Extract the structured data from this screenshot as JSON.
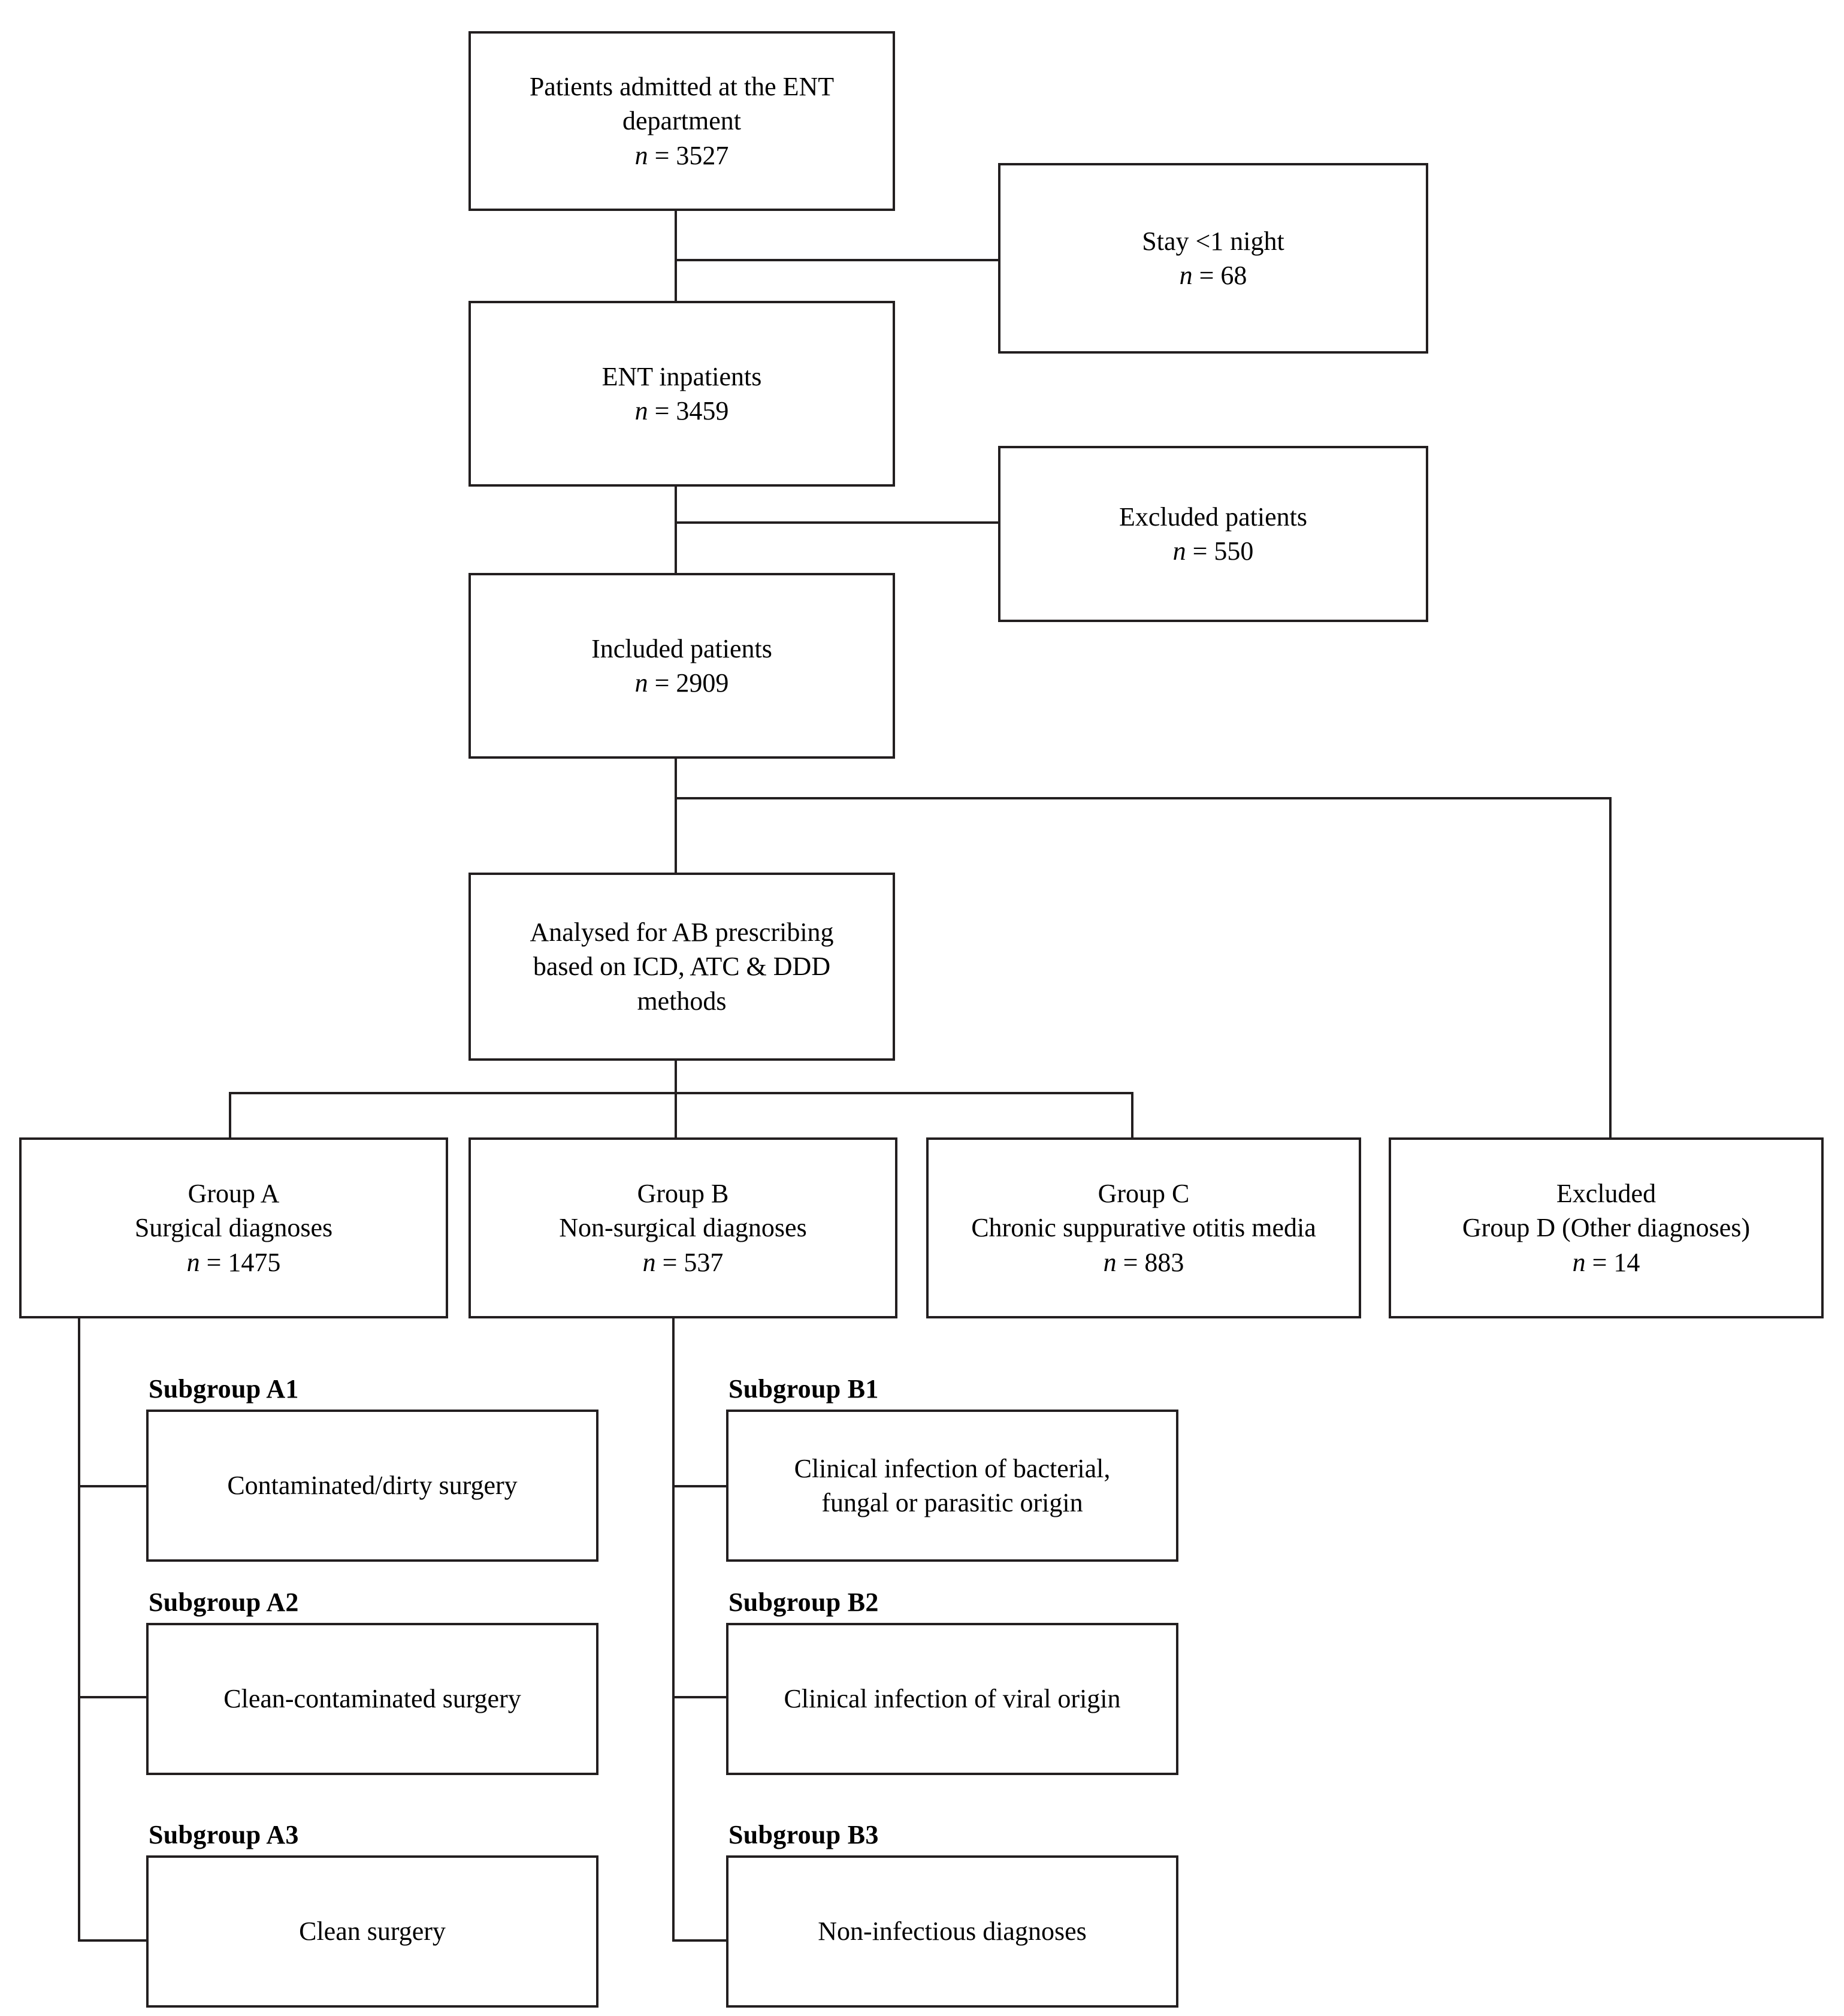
{
  "diagram": {
    "type": "flowchart",
    "title": "Patient inclusion flow diagram for antibiotic prescribing analysis in an ENT department",
    "boxes": {
      "admitted": {
        "line1": "Patients admitted at the  ENT",
        "line2": "department",
        "n_label": "n",
        "n_eq": " = ",
        "n_value": "3527"
      },
      "stay": {
        "line1": "Stay <1 night",
        "n_label": "n",
        "n_eq": " = ",
        "n_value": "68"
      },
      "inpatients": {
        "line1": "ENT inpatients",
        "n_label": "n",
        "n_eq": " = ",
        "n_value": "3459"
      },
      "excluded": {
        "line1": "Excluded patients",
        "n_label": "n",
        "n_eq": " = ",
        "n_value": "550"
      },
      "included": {
        "line1": "Included patients",
        "n_label": "n",
        "n_eq": " = ",
        "n_value": "2909"
      },
      "analysed": {
        "line1": "Analysed for AB prescribing",
        "line2": "based on ICD, ATC & DDD",
        "line3": "methods"
      },
      "groupA": {
        "line1": "Group A",
        "line2": "Surgical  diagnoses",
        "n_label": "n",
        "n_eq": " = ",
        "n_value": "1475"
      },
      "groupB": {
        "line1": "Group B",
        "line2": "Non-surgical diagnoses",
        "n_label": "n",
        "n_eq": " = ",
        "n_value": "537"
      },
      "groupC": {
        "line1": "Group C",
        "line2": "Chronic suppurative otitis media",
        "n_label": "n",
        "n_eq": " = ",
        "n_value": "883"
      },
      "groupD": {
        "line1": "Excluded",
        "line2": "Group D (Other diagnoses)",
        "n_label": "n",
        "n_eq": " = ",
        "n_value": "14"
      },
      "subA1": {
        "caption": "Subgroup A1",
        "line1": "Contaminated/dirty surgery"
      },
      "subA2": {
        "caption": "Subgroup A2",
        "line1": "Clean-contaminated surgery"
      },
      "subA3": {
        "caption": "Subgroup A3",
        "line1": "Clean surgery"
      },
      "subB1": {
        "caption": "Subgroup B1",
        "line1": "Clinical infection of bacterial,",
        "line2": "fungal or  parasitic origin"
      },
      "subB2": {
        "caption": "Subgroup B2",
        "line1": "Clinical infection of viral origin"
      },
      "subB3": {
        "caption": "Subgroup B3",
        "line1": "Non-infectious diagnoses"
      }
    },
    "colors": {
      "line": "#231f20",
      "background": "#ffffff",
      "text": "#000000"
    }
  }
}
